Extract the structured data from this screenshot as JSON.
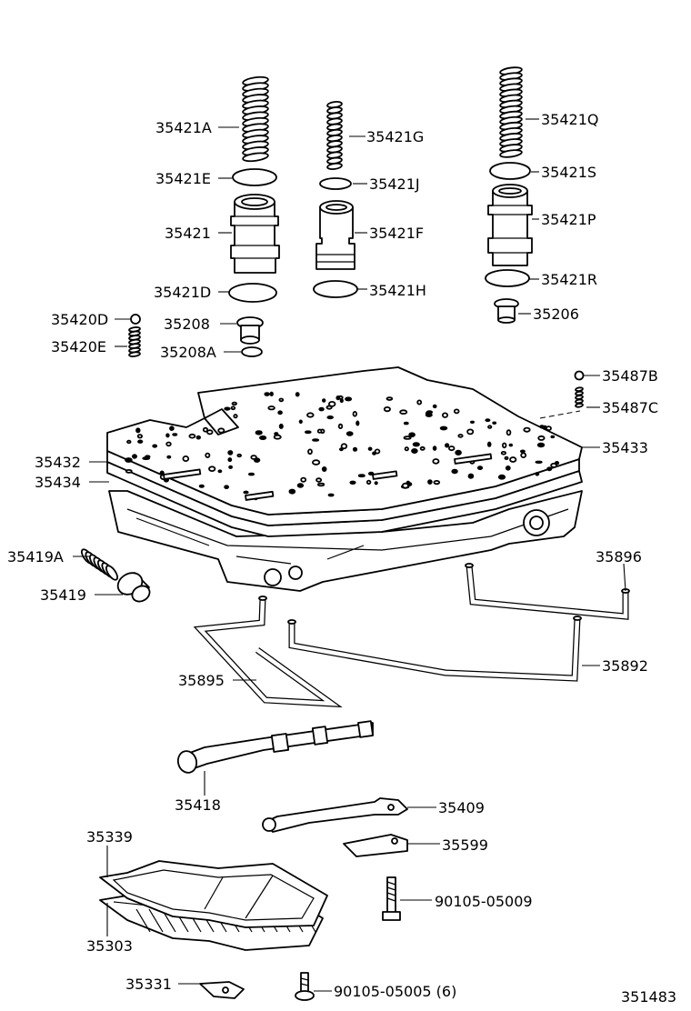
{
  "parts": {
    "p35421A": "35421A",
    "p35421E": "35421E",
    "p35421": "35421",
    "p35421D": "35421D",
    "p35421G": "35421G",
    "p35421J": "35421J",
    "p35421F": "35421F",
    "p35421H": "35421H",
    "p35421Q": "35421Q",
    "p35421S": "35421S",
    "p35421P": "35421P",
    "p35421R": "35421R",
    "p35206": "35206",
    "p35420D": "35420D",
    "p35420E": "35420E",
    "p35208": "35208",
    "p35208A": "35208A",
    "p35487B": "35487B",
    "p35487C": "35487C",
    "p35433": "35433",
    "p35432": "35432",
    "p35434": "35434",
    "p35419A": "35419A",
    "p35419": "35419",
    "p35896": "35896",
    "p35892": "35892",
    "p35895": "35895",
    "p35418": "35418",
    "p35409": "35409",
    "p35599": "35599",
    "p35339": "35339",
    "p35303": "35303",
    "p90105_05009": "90105-05009",
    "p35331": "35331",
    "p90105_05005": "90105-05005 (6)"
  },
  "figure_number": "351483"
}
